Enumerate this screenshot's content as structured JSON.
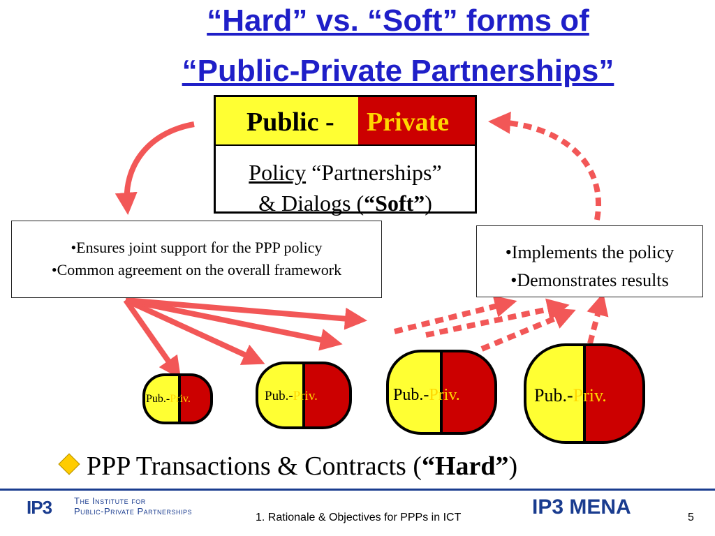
{
  "title": {
    "line1": "“Hard” vs. “Soft” forms of",
    "line2": "“Public-Private Partnerships”"
  },
  "center_box": {
    "public_label": "Public -",
    "private_label": "Private",
    "policy_word": "Policy",
    "line1_rest": " “Partnerships”",
    "line2_pre": "& Dialogs (",
    "soft_word": "“Soft”",
    "line2_post": ")"
  },
  "left_box": {
    "items": [
      "•Ensures joint support for the PPP policy",
      "•Common agreement on the overall framework"
    ]
  },
  "right_box": {
    "items": [
      "•Implements the policy",
      "•Demonstrates results"
    ]
  },
  "pills": [
    {
      "pub": "Pub.-",
      "priv": "Priv."
    },
    {
      "pub": "Pub.-",
      "priv": "Priv."
    },
    {
      "pub": "Pub.-",
      "priv": "Priv."
    },
    {
      "pub": "Pub.-",
      "priv": "Priv."
    }
  ],
  "ppp_line": {
    "main": "PPP Transactions & Contracts (",
    "hard_word": "“Hard”",
    "close": ")"
  },
  "footer": {
    "ip3_logo": "IP3",
    "ip3_name_line1": "The Institute for",
    "ip3_name_line2": "Public-Private Partnerships",
    "center_text": "1. Rationale & Objectives for PPPs in ICT",
    "mena_logo": "IP3 MENA",
    "page_number": "5"
  },
  "colors": {
    "title": "#1f1fc8",
    "public": "#ffff33",
    "private": "#cc0000",
    "arrow": "#f25757",
    "footer": "#1a3c8f"
  }
}
